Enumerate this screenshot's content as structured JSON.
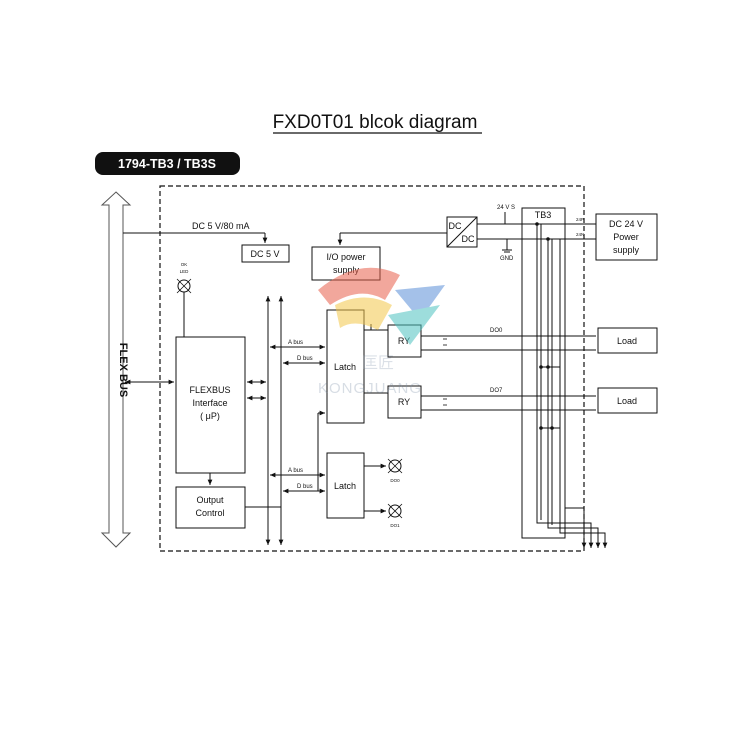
{
  "title": "FXD0T01 blcok diagram",
  "module_tag": "1794-TB3 / TB3S",
  "flex_bus_label": "FLEX BUS",
  "dc5_supply_label": "DC 5 V/80 mA",
  "dc5_box": "DC 5 V",
  "io_power": [
    "I/O power",
    "supply"
  ],
  "dcdc": [
    "DC",
    "DC"
  ],
  "v24s_label": "24 V S",
  "gnd_label": "GND",
  "tb3_label": "TB3",
  "dc24_supply": [
    "DC 24 V",
    "Power",
    "supply"
  ],
  "p24_label": "24P",
  "n24_label": "24N",
  "ok_led": [
    "OK",
    "LED"
  ],
  "flexbus_interface": [
    "FLEXBUS",
    "Interface",
    "( μP)"
  ],
  "output_control": [
    "Output",
    "Control"
  ],
  "latch_label": "Latch",
  "a_bus": "A bus",
  "d_bus": "D bus",
  "ry_label": "RY",
  "do0_label": "DO0",
  "do7_label": "DO7",
  "load_label": "Load",
  "led_do0": "DO0",
  "led_do1": "DO1",
  "watermark": {
    "text": "KONGJUANG",
    "cjk": "匡匠"
  },
  "colors": {
    "ink": "#111111",
    "tag_bg": "#111111",
    "wm_red": "#e8604c",
    "wm_yellow": "#f4c74a",
    "wm_blue": "#5a8fd8",
    "wm_teal": "#4ec3c0"
  },
  "icons": [
    "led-indicator-icon",
    "double-arrow-icon",
    "dcdc-converter-icon",
    "ground-icon"
  ]
}
